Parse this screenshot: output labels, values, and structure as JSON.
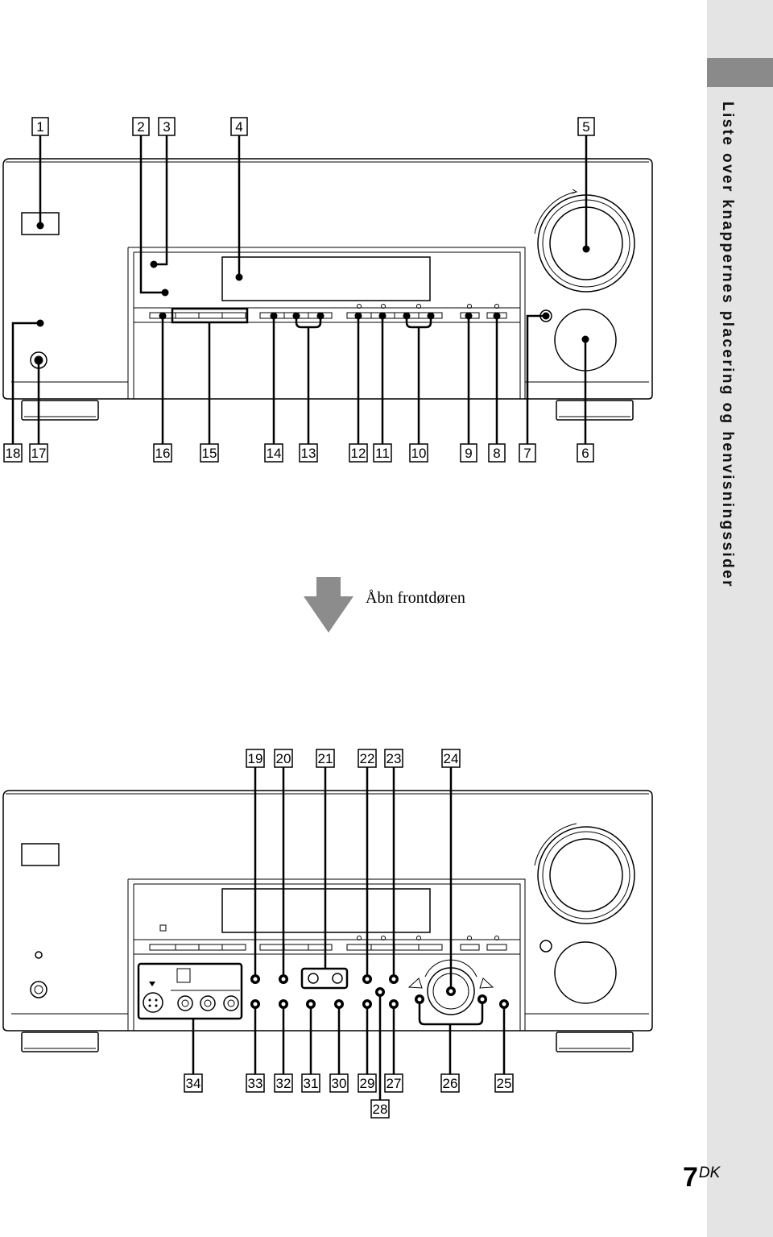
{
  "side_heading": "Liste over knappernes placering og henvisningssider",
  "open_door_caption": "Åbn frontdøren",
  "page_number": "7",
  "page_suffix": "DK",
  "top_panel": {
    "callouts_top": [
      "1",
      "2",
      "3",
      "4",
      "5"
    ],
    "callouts_bottom": [
      "18",
      "17",
      "16",
      "15",
      "14",
      "13",
      "12",
      "11",
      "10",
      "9",
      "8",
      "7",
      "6"
    ]
  },
  "bottom_panel": {
    "callouts_top": [
      "19",
      "20",
      "21",
      "22",
      "23",
      "24"
    ],
    "callouts_bottom": [
      "34",
      "33",
      "32",
      "31",
      "30",
      "29",
      "27",
      "26",
      "25"
    ],
    "callout_extra": "28"
  }
}
